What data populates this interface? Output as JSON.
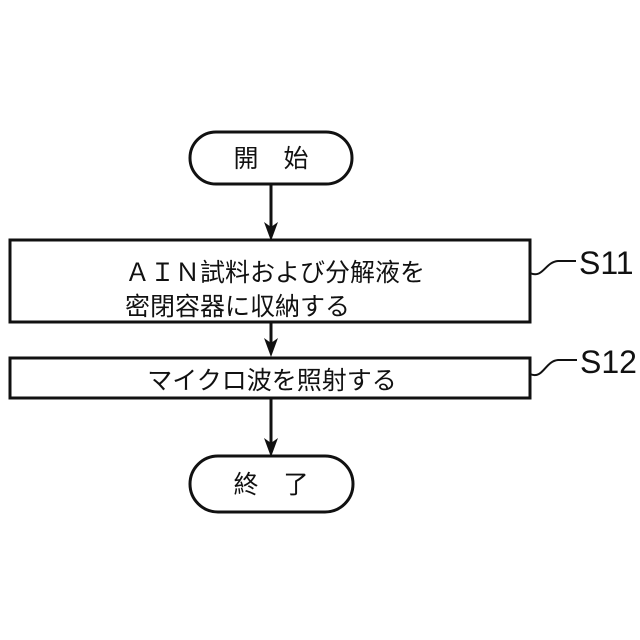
{
  "figure": {
    "type": "flowchart",
    "colors": {
      "background": "#ffffff",
      "line": "#111111",
      "text": "#111111"
    },
    "flowchart": {
      "start": {
        "label": "開　始"
      },
      "steps": [
        {
          "tag": "S11",
          "lines": [
            "ＡＩＮ試料および分解液を",
            "密閉容器に収納する"
          ]
        },
        {
          "tag": "S12",
          "lines": [
            "マイクロ波を照射する"
          ]
        }
      ],
      "end": {
        "label": "終　了"
      }
    }
  }
}
